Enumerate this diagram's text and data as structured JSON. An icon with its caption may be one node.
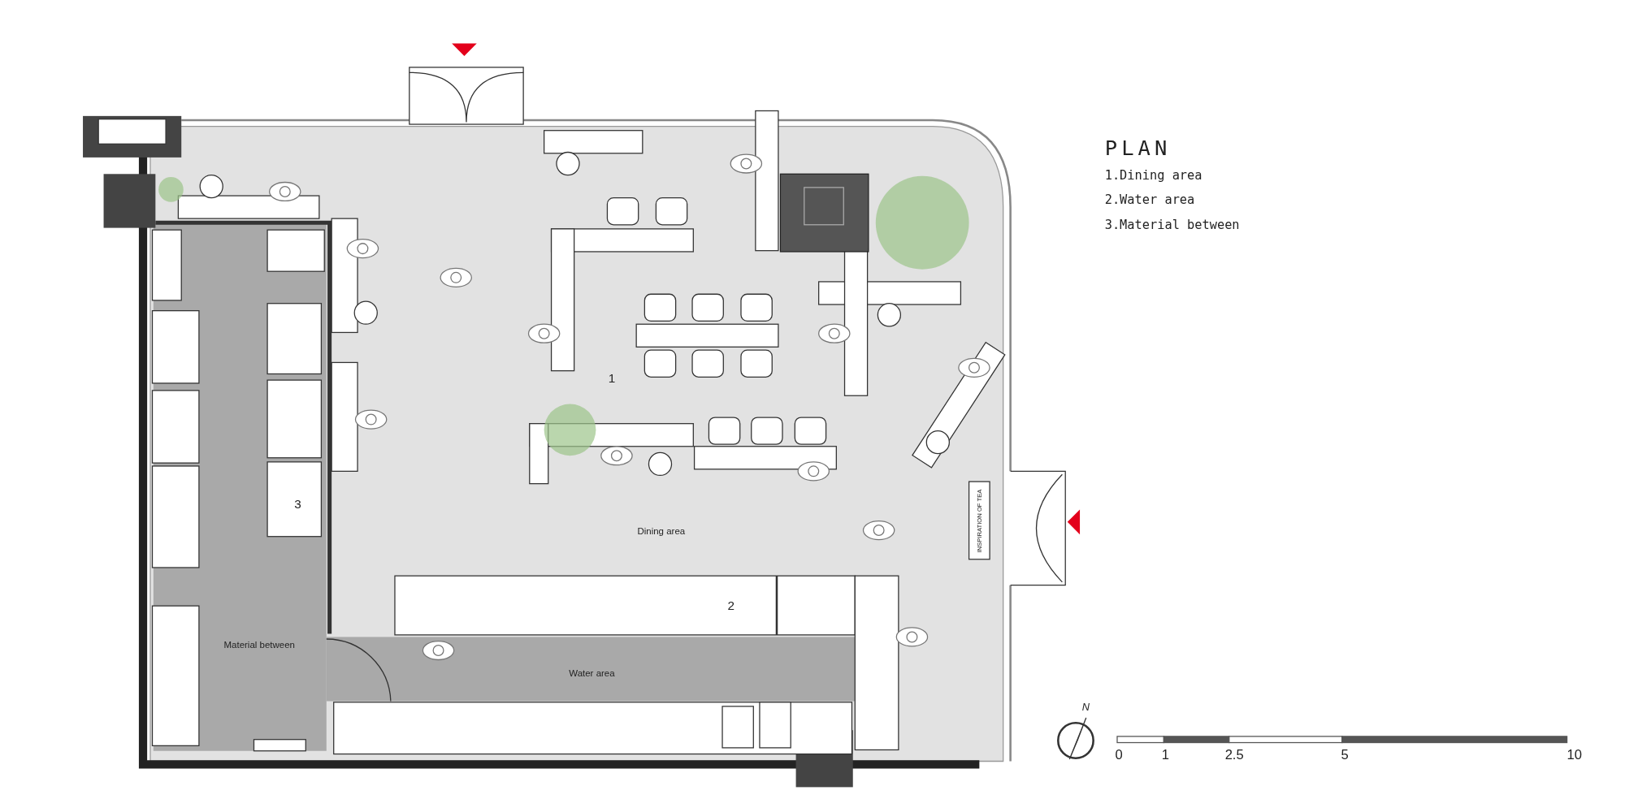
{
  "diagram": {
    "title": "PLAN",
    "labels": [
      "1.Dining area",
      "2.Water area",
      "3.Material between",
      "1",
      "Dining area",
      "INSPIRATION OF TEA",
      "3",
      "2",
      "Material between",
      "Water area",
      "N",
      "0",
      "1",
      "2.5",
      "5",
      "10"
    ]
  }
}
